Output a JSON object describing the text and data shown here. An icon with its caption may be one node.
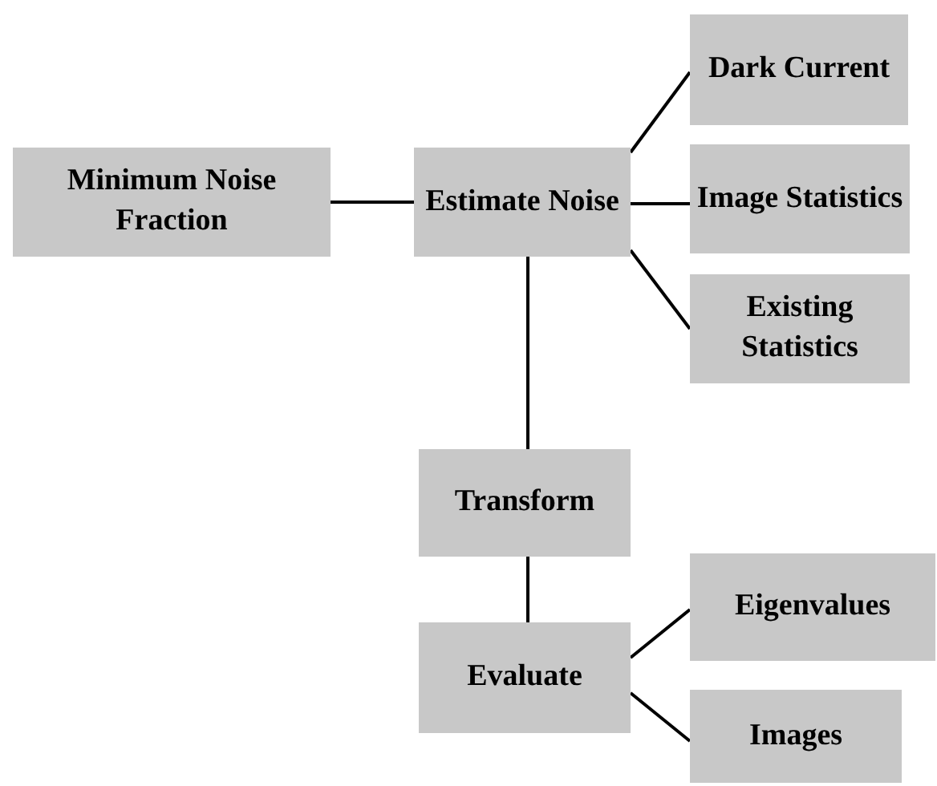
{
  "diagram": {
    "nodes": [
      {
        "text": [
          "Minimum Noise Fraction"
        ]
      },
      {
        "text": [
          "Estimate Noise"
        ]
      },
      {
        "text": [
          "Dark Current"
        ]
      },
      {
        "text": [
          "Image Statistics"
        ]
      },
      {
        "text": [
          "Existing Statistics"
        ]
      },
      {
        "text": [
          "Transform"
        ]
      },
      {
        "text": [
          "Evaluate"
        ]
      },
      {
        "text": [
          "Eigenvalues"
        ]
      },
      {
        "text": [
          "Images"
        ]
      }
    ],
    "edges": [
      {
        "from": 0,
        "to": 1,
        "arrow": "none"
      },
      {
        "from": 1,
        "to": 2,
        "arrow": "none"
      },
      {
        "from": 1,
        "to": 3,
        "arrow": "none"
      },
      {
        "from": 1,
        "to": 4,
        "arrow": "none"
      },
      {
        "from": 1,
        "to": 5,
        "arrow": "none"
      },
      {
        "from": 5,
        "to": 6,
        "arrow": "none"
      },
      {
        "from": 6,
        "to": 7,
        "arrow": "none"
      },
      {
        "from": 6,
        "to": 8,
        "arrow": "none"
      }
    ]
  }
}
